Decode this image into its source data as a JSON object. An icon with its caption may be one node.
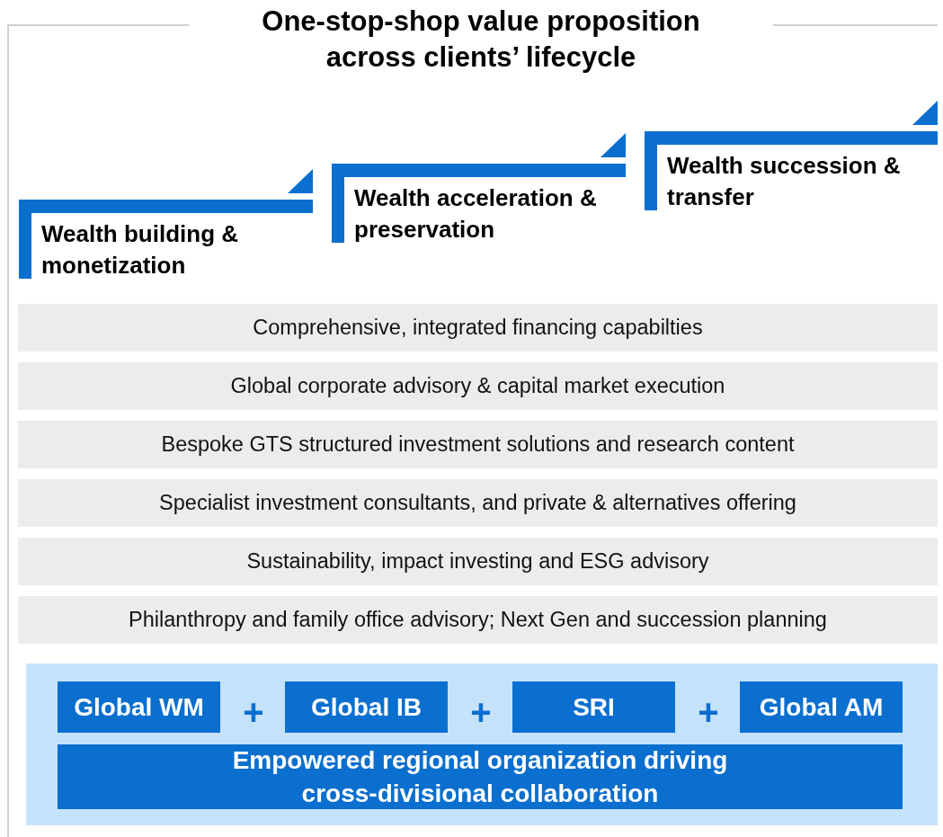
{
  "diagram": {
    "title": "One-stop-shop value proposition across clients’ lifecycle",
    "nodes": [
      {
        "text": [
          "Wealth building & monetization"
        ]
      },
      {
        "text": [
          "Wealth acceleration & preservation"
        ]
      },
      {
        "text": [
          "Wealth succession & transfer"
        ]
      },
      {
        "text": [
          "Comprehensive, integrated financing capabilties"
        ]
      },
      {
        "text": [
          "Global corporate advisory & capital market execution"
        ]
      },
      {
        "text": [
          "Bespoke GTS structured investment solutions and research content"
        ]
      },
      {
        "text": [
          "Specialist investment consultants, and private & alternatives offering"
        ]
      },
      {
        "text": [
          "Sustainability, impact investing and ESG advisory"
        ]
      },
      {
        "text": [
          "Philanthropy and family office advisory; Next Gen and succession planning"
        ]
      },
      {
        "text": [],
        "shape": "box"
      },
      {
        "text": [
          "Global WM"
        ],
        "in": 9
      },
      {
        "text": [
          "Global IB"
        ],
        "in": 9
      },
      {
        "text": [
          "SRI"
        ],
        "in": 9
      },
      {
        "text": [
          "Global AM"
        ],
        "in": 9
      },
      {
        "text": [
          "Empowered regional organization driving cross-divisional collaboration"
        ],
        "in": 9
      }
    ],
    "edges": [],
    "labels": [
      "+",
      "+",
      "+"
    ]
  }
}
